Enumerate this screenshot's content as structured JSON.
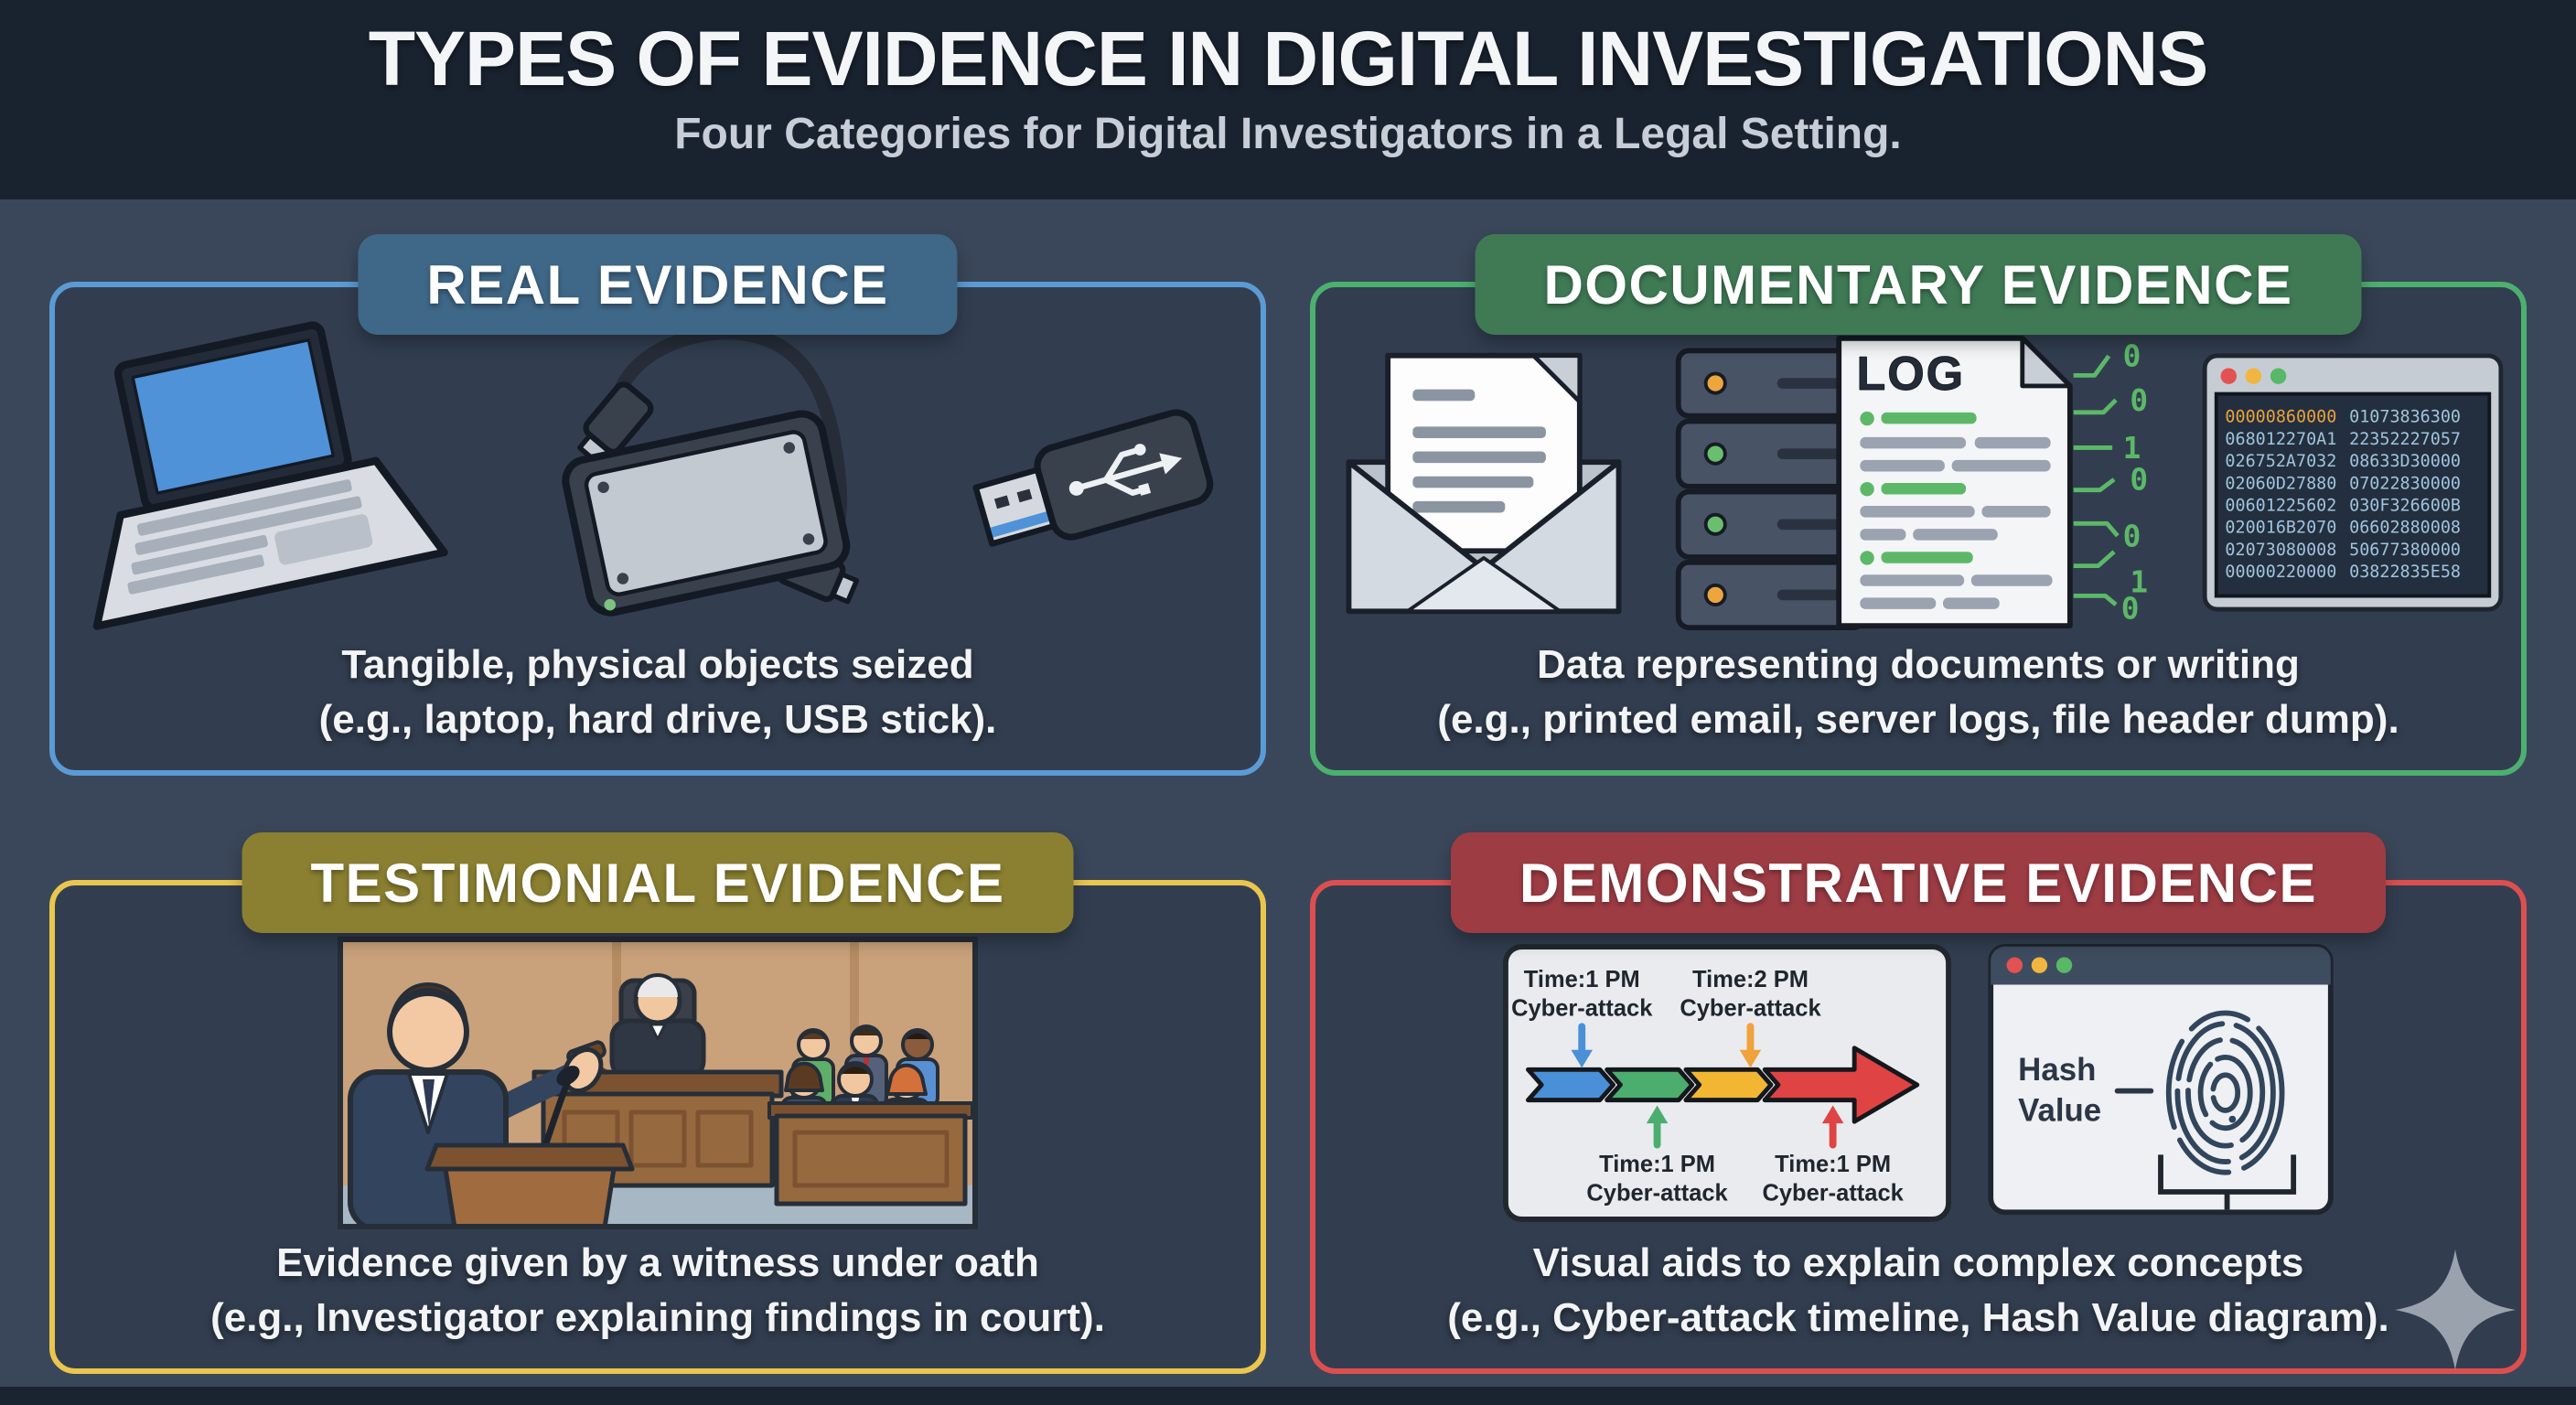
{
  "header": {
    "title": "TYPES OF EVIDENCE IN DIGITAL INVESTIGATIONS",
    "subtitle": "Four Categories for Digital Investigators in a Legal Setting."
  },
  "colors": {
    "background": "#3a475a",
    "title_band": "#19222f",
    "real_accent": "#5b9bd5",
    "real_header_bg": "#3f6787",
    "documentary_accent": "#4cb06e",
    "documentary_header_bg": "#3f7a55",
    "testimonial_accent": "#e9c64d",
    "testimonial_header_bg": "#8b8031",
    "demonstrative_accent": "#dd4f4f",
    "demonstrative_header_bg": "#9e3c44",
    "traffic_lights": [
      "#e35252",
      "#f0b63f",
      "#58b868"
    ],
    "timeline_arrows": [
      "#4a90d9",
      "#4cae6e",
      "#f2b632",
      "#e04343"
    ]
  },
  "quadrants": {
    "real": {
      "title": "REAL EVIDENCE",
      "caption_line1": "Tangible, physical objects seized",
      "caption_line2": "(e.g., laptop, hard drive, USB stick).",
      "icons": [
        "laptop-icon",
        "hard-drive-icon",
        "usb-stick-icon"
      ]
    },
    "documentary": {
      "title": "DOCUMENTARY EVIDENCE",
      "caption_line1": "Data representing documents or writing",
      "caption_line2": "(e.g., printed email, server logs, file header dump).",
      "icons": [
        "email-icon",
        "server-log-icon",
        "hex-dump-icon"
      ],
      "log_label": "LOG",
      "hex_rows": [
        {
          "l": "00000860000",
          "r": "01073836300"
        },
        {
          "l": "068012270A1",
          "r": "22352227057"
        },
        {
          "l": "026752A7032",
          "r": "08633D30000"
        },
        {
          "l": "02060D27880",
          "r": "07022830000"
        },
        {
          "l": "00601225602",
          "r": "030F326600B"
        },
        {
          "l": "020016B2070",
          "r": "06602880008"
        },
        {
          "l": "02073080008",
          "r": "50677380000"
        },
        {
          "l": "00000220000",
          "r": "03822835E58"
        }
      ],
      "binary_digits": [
        "0",
        "0",
        "1",
        "0",
        "0",
        "1",
        "0"
      ]
    },
    "testimonial": {
      "title": "TESTIMONIAL EVIDENCE",
      "caption_line1": "Evidence given by a witness under oath",
      "caption_line2": "(e.g., Investigator explaining findings in court).",
      "icons": [
        "courtroom-illustration"
      ]
    },
    "demonstrative": {
      "title": "DEMONSTRATIVE EVIDENCE",
      "caption_line1": "Visual aids to explain complex concepts",
      "caption_line2": "(e.g., Cyber-attack timeline, Hash Value diagram).",
      "timeline": {
        "labels": [
          {
            "time": "Time:1 PM",
            "event": "Cyber-attack"
          },
          {
            "time": "Time:2 PM",
            "event": "Cyber-attack"
          },
          {
            "time": "Time:1 PM",
            "event": "Cyber-attack"
          },
          {
            "time": "Time:1 PM",
            "event": "Cyber-attack"
          }
        ]
      },
      "hash_card": {
        "line1": "Hash",
        "line2": "Value"
      }
    }
  }
}
